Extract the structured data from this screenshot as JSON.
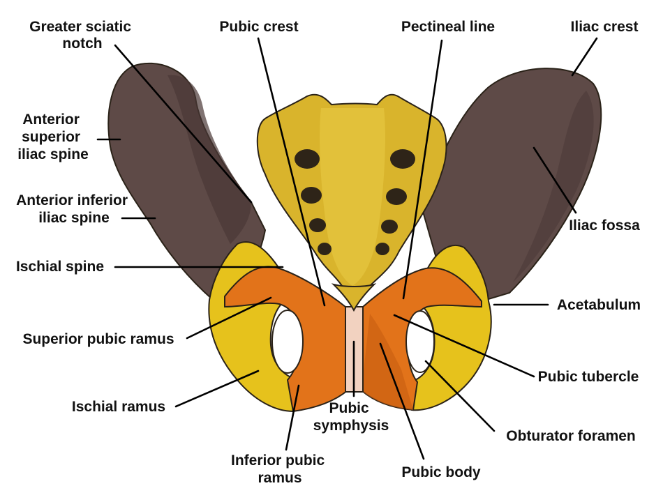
{
  "labels": {
    "greater_sciatic_notch": [
      "Greater sciatic",
      "notch"
    ],
    "pubic_crest": "Pubic crest",
    "pectineal_line": "Pectineal line",
    "iliac_crest": "Iliac crest",
    "anterior_superior_iliac_spine": [
      "Anterior",
      "superior",
      "iliac spine"
    ],
    "anterior_inferior_iliac_spine": [
      "Anterior inferior",
      "iliac spine"
    ],
    "ischial_spine": "Ischial spine",
    "superior_pubic_ramus": "Superior pubic ramus",
    "ischial_ramus": "Ischial ramus",
    "inferior_pubic_ramus": [
      "Inferior pubic",
      "ramus"
    ],
    "pubic_symphysis": [
      "Pubic",
      "symphysis"
    ],
    "pubic_body": "Pubic body",
    "iliac_fossa": "Iliac fossa",
    "acetabulum": "Acetabulum",
    "pubic_tubercle": "Pubic tubercle",
    "obturator_foramen": "Obturator foramen"
  },
  "colors": {
    "ilium": "#5e4a47",
    "ilium_shade": "#4a3836",
    "sacrum": "#d9b42c",
    "sacrum_shade": "#b8921a",
    "ischium": "#e6c21c",
    "pubis": "#e2731a",
    "pubis_dark": "#c85e10",
    "symphysis": "#f2d2c0",
    "foramen": "#2e2418"
  }
}
